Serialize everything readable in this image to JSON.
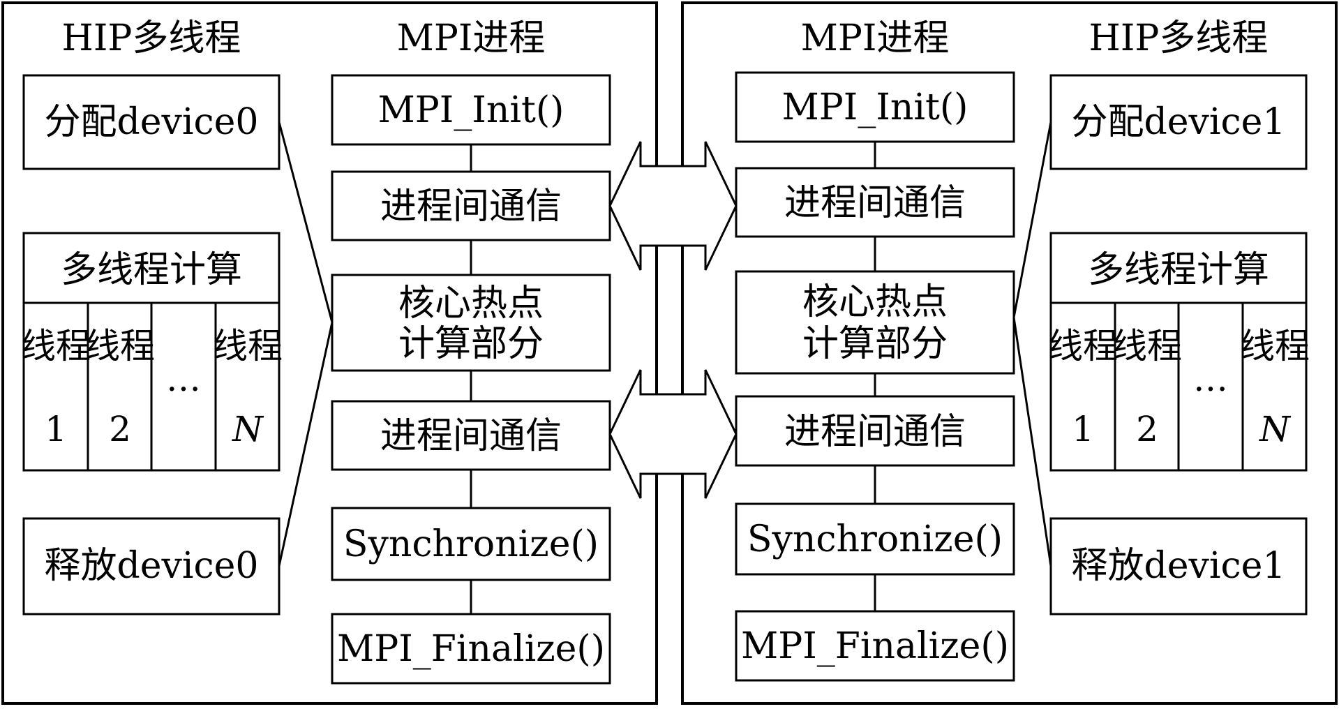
{
  "left": {
    "hip_title": "HIP多线程",
    "mpi_title": "MPI进程",
    "hip": {
      "allocate": "分配device0",
      "compute_title": "多线程计算",
      "threads": [
        {
          "word": "线程",
          "num": "1"
        },
        {
          "word": "线程",
          "num": "2"
        },
        {
          "word": "…",
          "num": ""
        },
        {
          "word": "线程",
          "num": "N"
        }
      ],
      "release": "释放device0"
    },
    "mpi": {
      "init": "MPI_Init()",
      "comm1": "进程间通信",
      "hotspot_line1": "核心热点",
      "hotspot_line2": "计算部分",
      "comm2": "进程间通信",
      "sync": "Synchronize()",
      "finalize": "MPI_Finalize()"
    }
  },
  "right": {
    "hip_title": "HIP多线程",
    "mpi_title": "MPI进程",
    "hip": {
      "allocate": "分配device1",
      "compute_title": "多线程计算",
      "threads": [
        {
          "word": "线程",
          "num": "1"
        },
        {
          "word": "线程",
          "num": "2"
        },
        {
          "word": "…",
          "num": ""
        },
        {
          "word": "线程",
          "num": "N"
        }
      ],
      "release": "释放device1"
    },
    "mpi": {
      "init": "MPI_Init()",
      "comm1": "进程间通信",
      "hotspot_line1": "核心热点",
      "hotspot_line2": "计算部分",
      "comm2": "进程间通信",
      "sync": "Synchronize()",
      "finalize": "MPI_Finalize()"
    }
  }
}
